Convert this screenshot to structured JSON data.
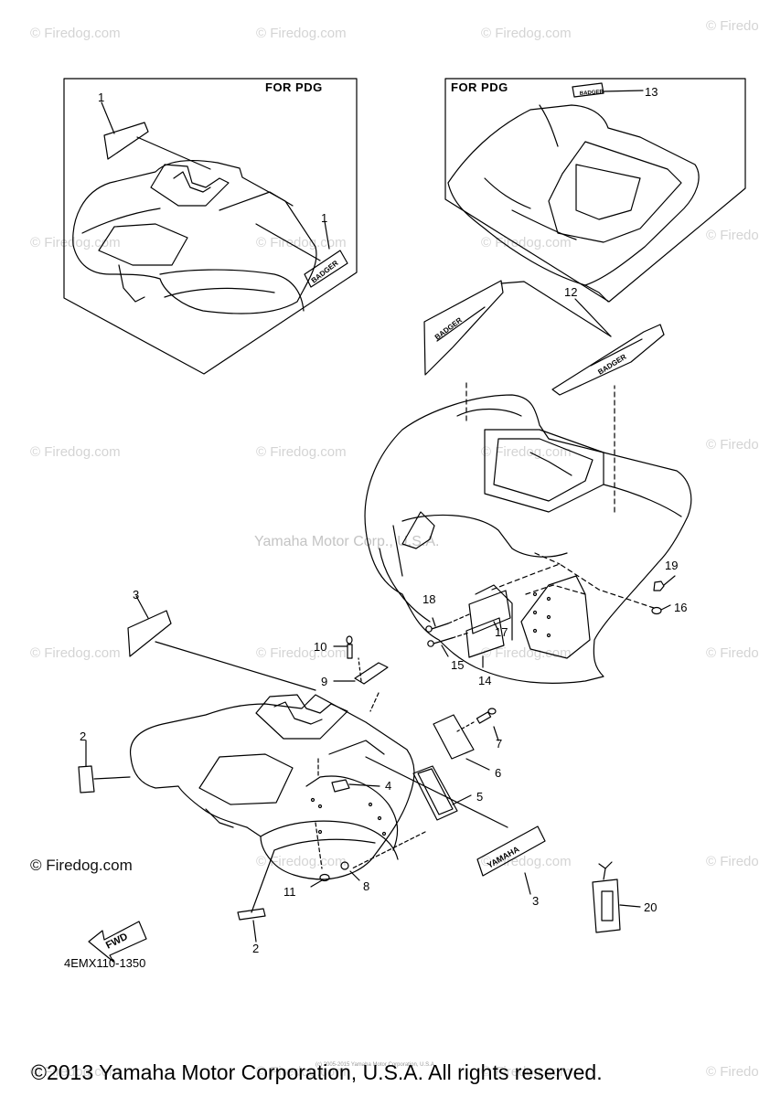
{
  "watermark_text": "© Firedog.com",
  "watermark_fragment": "© Firedo",
  "center_watermark": "Yamaha Motor Corp., U.S.A.",
  "insets": {
    "left_title": "FOR PDG",
    "right_title": "FOR PDG"
  },
  "decals": {
    "badger": "BADGER",
    "yamaha": "YAMAHA",
    "fwd": "FWD"
  },
  "callouts": [
    "1",
    "1",
    "13",
    "12",
    "19",
    "18",
    "16",
    "17",
    "10",
    "15",
    "14",
    "9",
    "3",
    "7",
    "2",
    "6",
    "4",
    "5",
    "11",
    "8",
    "3",
    "20",
    "2"
  ],
  "firedog_copyright": "© Firedog.com",
  "diagram_code": "4EMX110-1350",
  "small_print": "(c) 2005-2015 Yamaha Motor Corporation, U.S.A.",
  "footer": "©2013 Yamaha Motor Corporation, U.S.A. All rights reserved."
}
